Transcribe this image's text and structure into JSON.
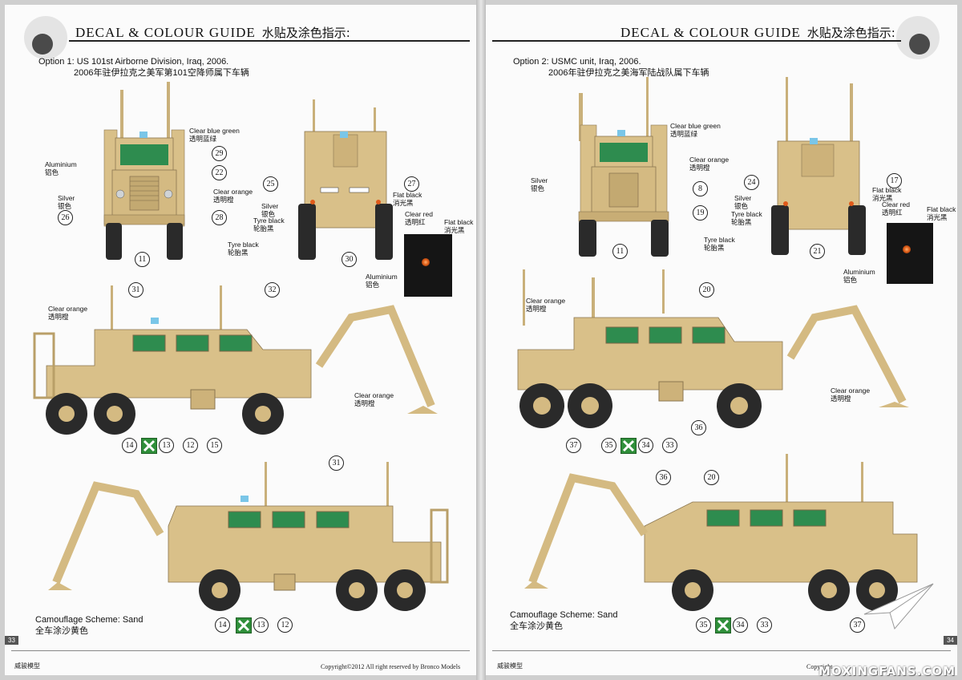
{
  "header": {
    "title": "DECAL & COLOUR GUIDE",
    "title_cn": "水贴及涂色指示:"
  },
  "left": {
    "option_line1": "Option 1: US 101st Airborne Division, Iraq, 2006.",
    "option_line2": "2006年驻伊拉克之美军第101空降师属下车辆",
    "labels": {
      "clear_blue_green": "Clear blue green",
      "clear_blue_green_cn": "透明蓝绿",
      "aluminium": "Aluminium",
      "aluminium_cn": "铝色",
      "silver": "Silver",
      "silver_cn": "银色",
      "clear_orange": "Clear orange",
      "clear_orange_cn": "透明橙",
      "tyre_black": "Tyre black",
      "tyre_black_cn": "轮胎黑",
      "flat_black": "Flat black",
      "flat_black_cn": "消光黑",
      "clear_red": "Clear red",
      "clear_red_cn": "透明红"
    },
    "camo": "Camouflage Scheme: Sand",
    "camo_cn": "全车涂沙黄色",
    "page_number": "33",
    "footer_cn": "威骏模型",
    "copyright": "Copyright©2012  All right reserved by Bronco Models"
  },
  "right": {
    "option_line1": "Option 2: USMC unit, Iraq, 2006.",
    "option_line2": "2006年驻伊拉克之美海军陆战队属下车辆",
    "camo": "Camouflage Scheme: Sand",
    "camo_cn": "全车涂沙黄色",
    "page_number": "34",
    "footer_cn": "威骏模型",
    "copyright": "Copyright"
  },
  "watermark": "MOXINGFANS.COM",
  "colors": {
    "sand": "#d9c089",
    "sand_dark": "#b99f68",
    "glass": "#2e8c4f",
    "tyre": "#2a2a2a"
  }
}
